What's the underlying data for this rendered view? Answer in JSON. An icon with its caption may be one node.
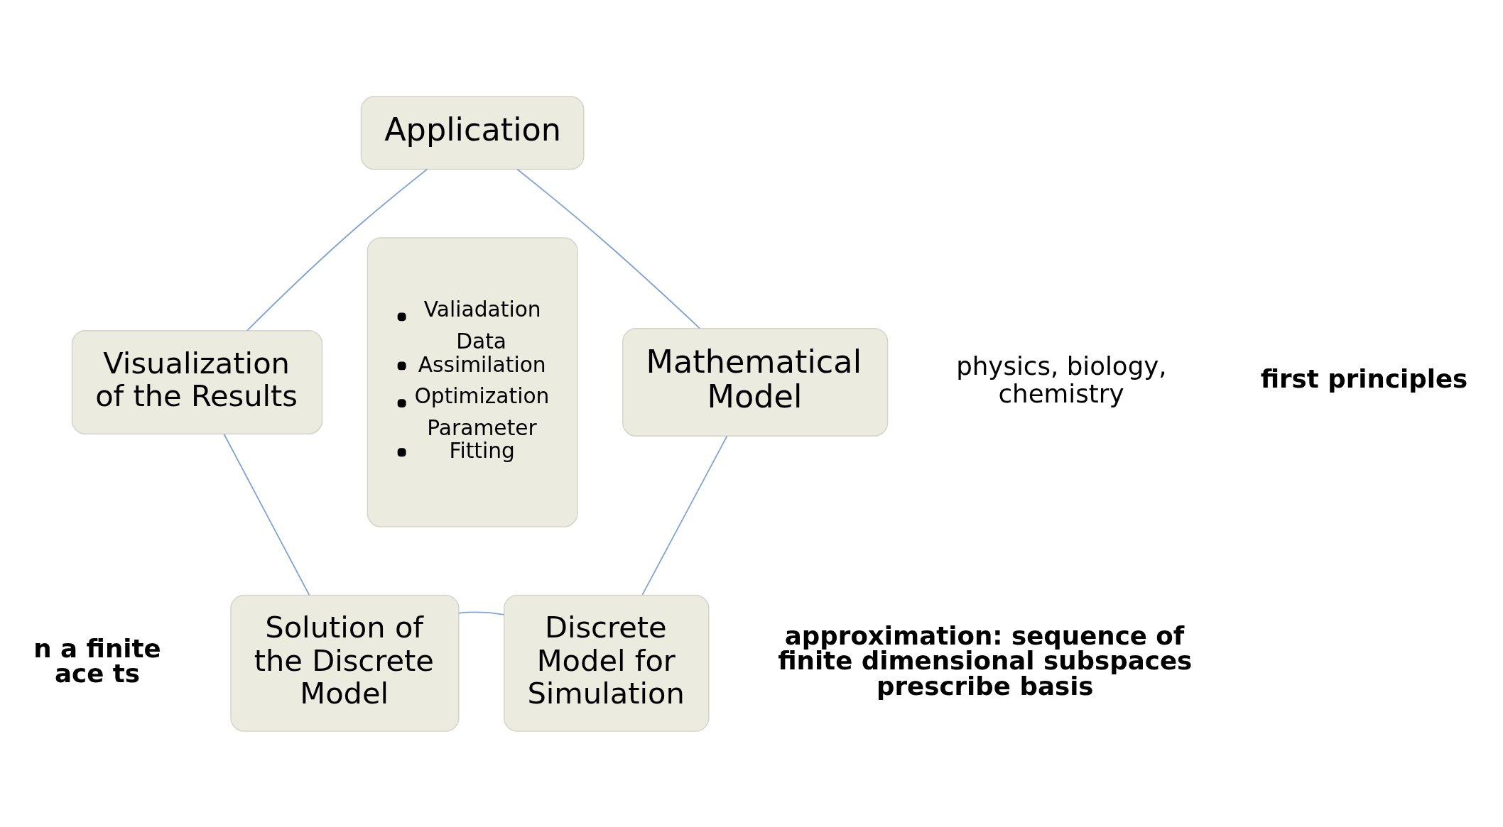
{
  "diagram": {
    "nodes": [
      {
        "text": [
          "Application"
        ]
      },
      {
        "text": [
          "Mathematical Model"
        ]
      },
      {
        "text": [
          "Discrete Model for Simulation"
        ]
      },
      {
        "text": [
          "Solution of the Discrete Model"
        ]
      },
      {
        "text": [
          "Visualization of the Results"
        ]
      },
      {
        "text": [
          "Valiadation",
          "Data Assimilation",
          "Optimization",
          "Parameter Fitting"
        ]
      }
    ],
    "edges": [
      {
        "from": 0,
        "to": 1,
        "arrow": "none"
      },
      {
        "from": 1,
        "to": 2,
        "arrow": "none"
      },
      {
        "from": 2,
        "to": 3,
        "arrow": "none"
      },
      {
        "from": 3,
        "to": 4,
        "arrow": "none"
      },
      {
        "from": 4,
        "to": 0,
        "arrow": "none"
      }
    ],
    "labels": [
      "physics, biology, chemistry",
      "first principles",
      "n a finite ace ts",
      "approximation: sequence of finite dimensional subspaces prescribe basis"
    ]
  }
}
